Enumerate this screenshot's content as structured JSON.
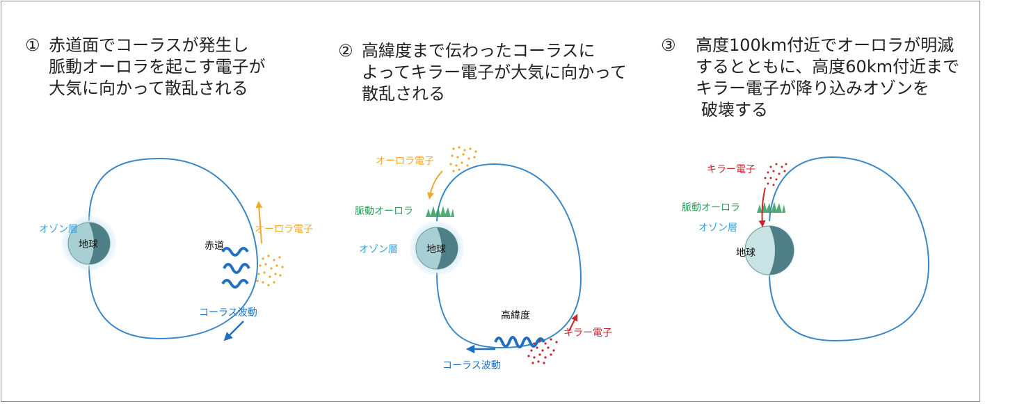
{
  "captions": [
    {
      "number": "①",
      "lines": [
        "赤道面でコーラスが発生し",
        "脈動オーロラを起こす電子が",
        "大気に向かって散乱される"
      ]
    },
    {
      "number": "②",
      "lines": [
        "高緯度まで伝わったコーラスに",
        "よってキラー電子が大気に向かって",
        "散乱される"
      ]
    },
    {
      "number": "③",
      "lines": [
        "高度100km付近でオーロラが明滅",
        "するとともに、高度60km付近まで",
        "キラー電子が降り込みオゾンを",
        "破壊する"
      ]
    }
  ],
  "panel1": {
    "ozone_label": "オゾン層",
    "earth_label": "地球",
    "equator_label": "赤道",
    "aurora_electron_label": "オーロラ電子",
    "chorus_label": "コーラス波動"
  },
  "panel2": {
    "aurora_electron_label": "オーロラ電子",
    "pulsating_aurora_label": "脈動オーロラ",
    "ozone_label": "オゾン層",
    "earth_label": "地球",
    "high_latitude_label": "高緯度",
    "killer_electron_label": "キラー電子",
    "chorus_label": "コーラス波動"
  },
  "panel3": {
    "killer_electron_label": "キラー電子",
    "pulsating_aurora_label": "脈動オーロラ",
    "ozone_label": "オゾン層",
    "earth_label": "地球"
  },
  "colors": {
    "field_line": "#3a87c8",
    "ozone_text": "#3aa0d8",
    "aurora_orange": "#f0a830",
    "killer_red": "#c8242c",
    "chorus_blue": "#1f6fc0",
    "aurora_green": "#2e9e5a",
    "earth_light": "#a8cfd3",
    "earth_dark": "#4e7f86"
  }
}
